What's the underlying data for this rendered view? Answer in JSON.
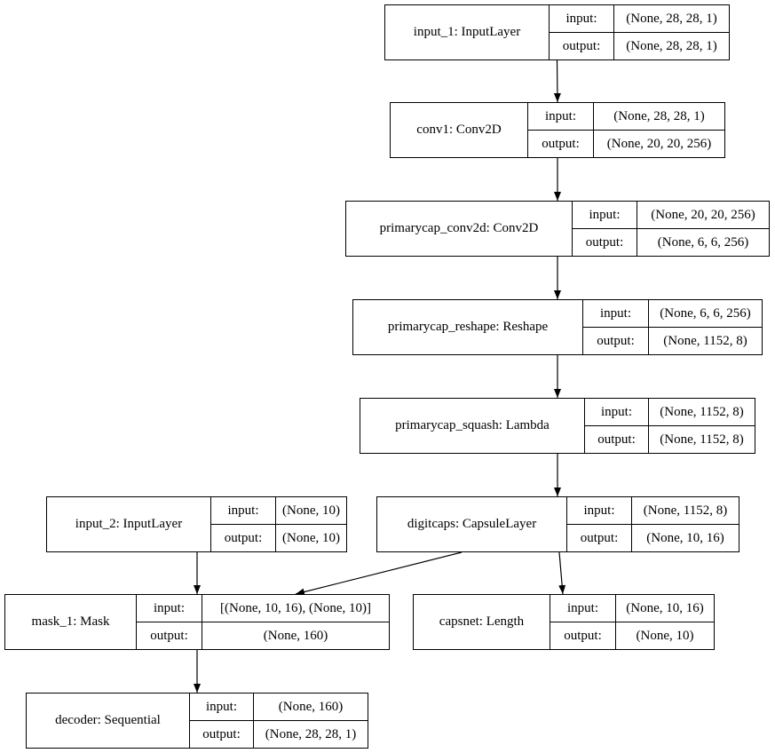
{
  "labels": {
    "input": "input:",
    "output": "output:"
  },
  "nodes": [
    {
      "id": "input_1",
      "name": "input_1: InputLayer",
      "input": "(None, 28, 28, 1)",
      "output": "(None, 28, 28, 1)"
    },
    {
      "id": "conv1",
      "name": "conv1: Conv2D",
      "input": "(None, 28, 28, 1)",
      "output": "(None, 20, 20, 256)"
    },
    {
      "id": "primarycap_conv2d",
      "name": "primarycap_conv2d: Conv2D",
      "input": "(None, 20, 20, 256)",
      "output": "(None, 6, 6, 256)"
    },
    {
      "id": "primarycap_reshape",
      "name": "primarycap_reshape: Reshape",
      "input": "(None, 6, 6, 256)",
      "output": "(None, 1152, 8)"
    },
    {
      "id": "primarycap_squash",
      "name": "primarycap_squash: Lambda",
      "input": "(None, 1152, 8)",
      "output": "(None, 1152, 8)"
    },
    {
      "id": "input_2",
      "name": "input_2: InputLayer",
      "input": "(None, 10)",
      "output": "(None, 10)"
    },
    {
      "id": "digitcaps",
      "name": "digitcaps: CapsuleLayer",
      "input": "(None, 1152, 8)",
      "output": "(None, 10, 16)"
    },
    {
      "id": "mask_1",
      "name": "mask_1: Mask",
      "input": "[(None, 10, 16), (None, 10)]",
      "output": "(None, 160)"
    },
    {
      "id": "capsnet",
      "name": "capsnet: Length",
      "input": "(None, 10, 16)",
      "output": "(None, 10)"
    },
    {
      "id": "decoder",
      "name": "decoder: Sequential",
      "input": "(None, 160)",
      "output": "(None, 28, 28, 1)"
    }
  ],
  "edges": [
    [
      "input_1",
      "conv1"
    ],
    [
      "conv1",
      "primarycap_conv2d"
    ],
    [
      "primarycap_conv2d",
      "primarycap_reshape"
    ],
    [
      "primarycap_reshape",
      "primarycap_squash"
    ],
    [
      "primarycap_squash",
      "digitcaps"
    ],
    [
      "digitcaps",
      "mask_1"
    ],
    [
      "digitcaps",
      "capsnet"
    ],
    [
      "input_2",
      "mask_1"
    ],
    [
      "mask_1",
      "decoder"
    ]
  ]
}
